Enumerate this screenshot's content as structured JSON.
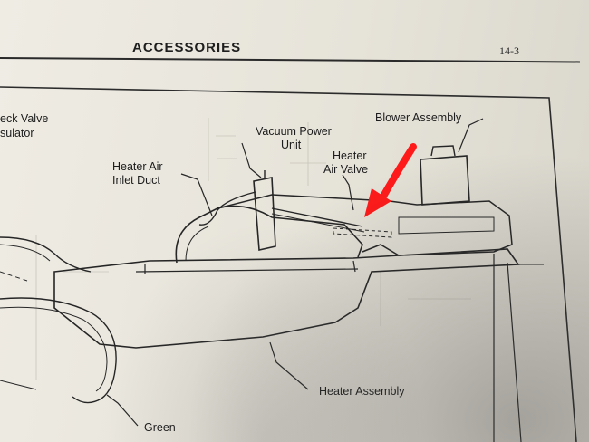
{
  "header": {
    "section_title": "ACCESSORIES",
    "page_number": "14-3"
  },
  "labels": {
    "check_valve": "eck Valve",
    "insulator": "sulator",
    "vacuum_power_unit_line1": "Vacuum Power",
    "vacuum_power_unit_line2": "Unit",
    "blower_assembly": "Blower Assembly",
    "heater_air_valve_line1": "Heater",
    "heater_air_valve_line2": "Air Valve",
    "heater_air_inlet_duct_line1": "Heater Air",
    "heater_air_inlet_duct_line2": "Inlet Duct",
    "heater_assembly": "Heater Assembly",
    "green": "Green"
  },
  "colors": {
    "ink": "#1c1c1c",
    "arrow": "#ff1a1a",
    "paper": "#ebe8df"
  }
}
